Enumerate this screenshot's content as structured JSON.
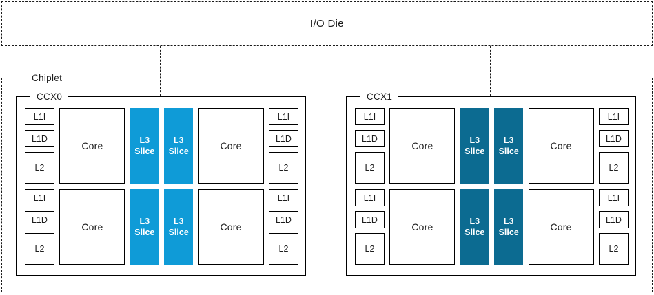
{
  "colors": {
    "l3_slice_ccx0": "#0F9BD7",
    "l3_slice_ccx1": "#0C6B91",
    "box_border": "#000000",
    "dashed_border": "#1A1A1A",
    "text": "#1D1D1D",
    "l3_text": "#FFFFFF",
    "background": "#FFFFFF"
  },
  "io_die": {
    "label": "I/O Die"
  },
  "chiplet": {
    "label": "Chiplet",
    "ccxs": [
      {
        "label": "CCX0"
      },
      {
        "label": "CCX1"
      }
    ]
  },
  "labels": {
    "l1i": "L1I",
    "l1d": "L1D",
    "l2": "L2",
    "core": "Core",
    "l3_line1": "L3",
    "l3_line2": "Slice"
  }
}
